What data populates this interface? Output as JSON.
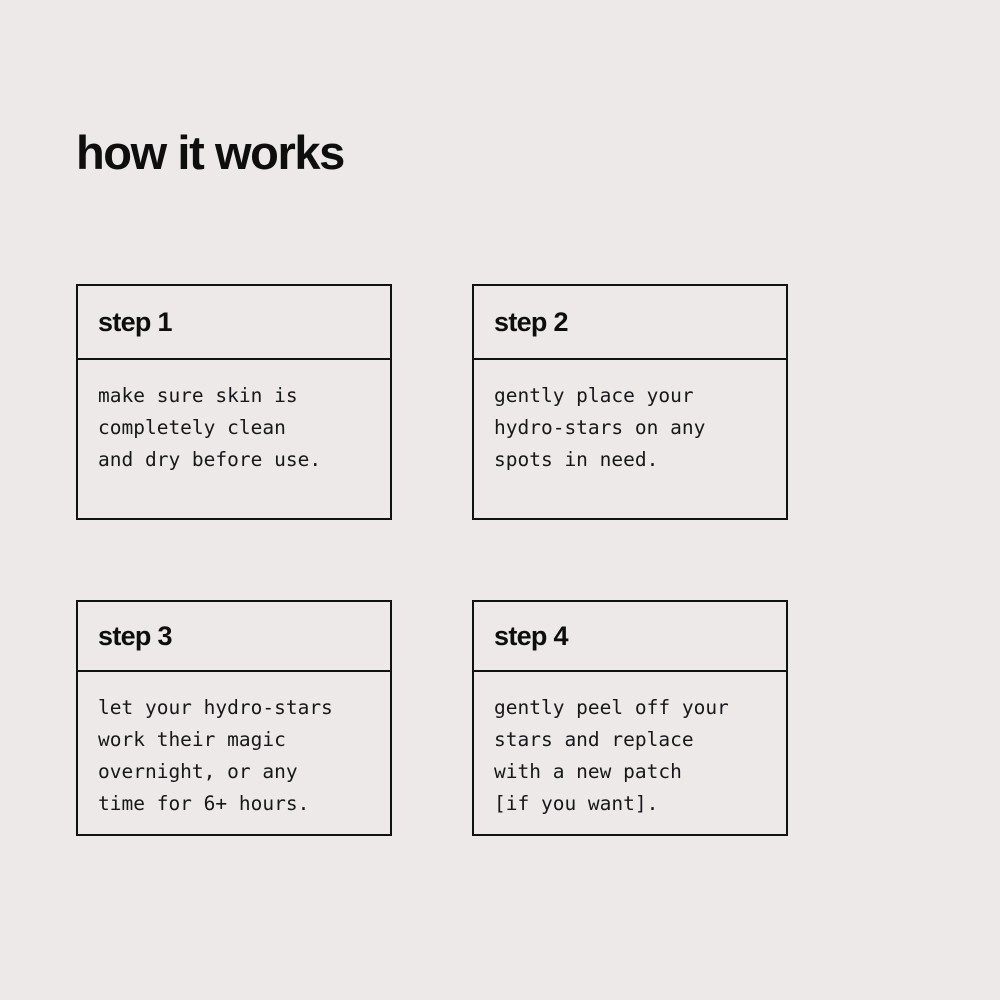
{
  "page": {
    "background_color": "#EDE9E9",
    "text_color": "#0E0E0E",
    "border_color": "#111111"
  },
  "header": {
    "title": "how it works"
  },
  "steps": [
    {
      "label": "step 1",
      "body": "make sure skin is\ncompletely clean\nand dry before use."
    },
    {
      "label": "step 2",
      "body": "gently place your\nhydro-stars on any\nspots in need."
    },
    {
      "label": "step 3",
      "body": "let your hydro-stars\nwork their magic\novernight, or any\ntime for 6+ hours."
    },
    {
      "label": "step 4",
      "body": "gently peel off your\nstars and replace\nwith a new patch\n[if you want]."
    }
  ]
}
